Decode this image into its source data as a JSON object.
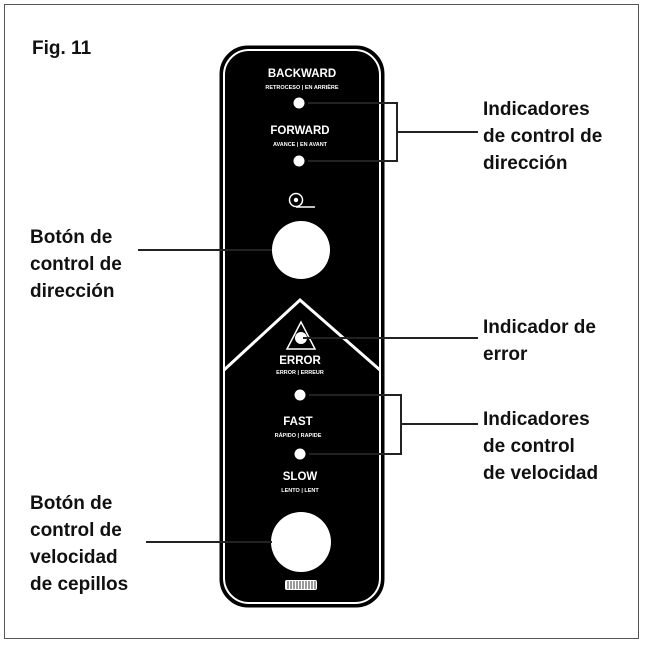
{
  "figure": {
    "label": "Fig. 11"
  },
  "panel": {
    "backward": {
      "label": "BACKWARD",
      "sub": "RETROCESO | EN ARRIÈRE"
    },
    "forward": {
      "label": "FORWARD",
      "sub": "AVANCE | EN AVANT"
    },
    "error": {
      "label": "ERROR",
      "sub": "ERROR | ERREUR"
    },
    "fast": {
      "label": "FAST",
      "sub": "RÁPIDO | RAPIDE"
    },
    "slow": {
      "label": "SLOW",
      "sub": "LENTO | LENT"
    }
  },
  "callouts": {
    "direction_indicators": [
      "Indicadores",
      "de control de",
      "dirección"
    ],
    "direction_button": [
      "Botón de",
      "control de",
      "dirección"
    ],
    "error_indicator": [
      "Indicador de",
      "error"
    ],
    "speed_indicators": [
      "Indicadores",
      "de control",
      "de velocidad"
    ],
    "brush_speed_button": [
      "Botón de",
      "control de",
      "velocidad",
      "de cepillos"
    ]
  },
  "colors": {
    "panel": "#000000",
    "text": "#111111",
    "frame": "#555555"
  }
}
